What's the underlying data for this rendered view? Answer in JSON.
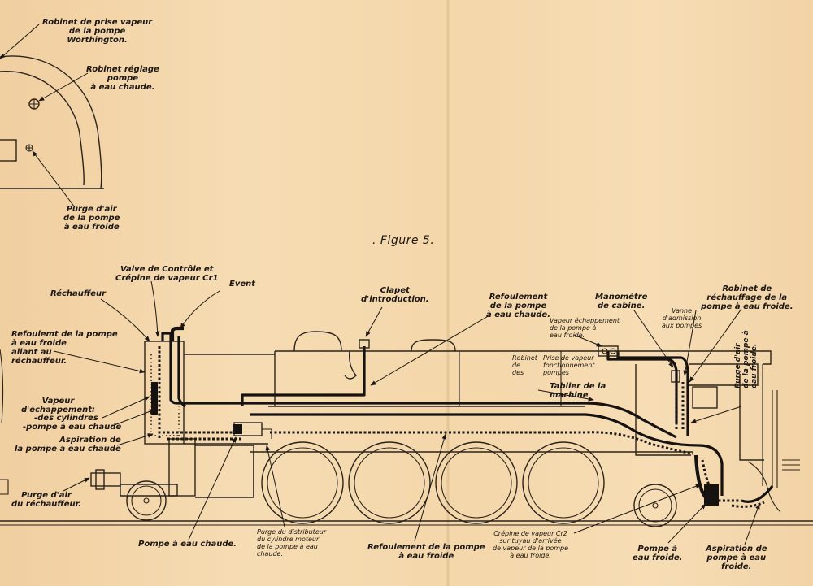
{
  "figure": {
    "title": ". Figure 5."
  },
  "labels": {
    "robinet_prise_vapeur": "Robinet de prise vapeur\nde la pompe\nWorthington.",
    "robinet_reglage": "Robinet réglage\npompe\nà eau chaude.",
    "purge_air_froide": "Purge d'air\nde la pompe\nà eau froide",
    "valve_controle": "Valve de Contrôle et\nCrépine de vapeur Cr1",
    "event": "Event",
    "rechauffeur": "Réchauffeur",
    "clapet": "Clapet\nd'introduction.",
    "refoulement_chaude": "Refoulement\nde la pompe\nà eau chaude.",
    "manometre": "Manomètre\nde cabine.",
    "robinet_rechauffage": "Robinet de\nréchauffage de la\npompe à eau froide.",
    "vanne_admission": "Vanne\nd'admission\naux pompes",
    "vapeur_echappement": "Vapeur échappement\nde la pompe à\neau froide.",
    "robinet_des": "Robinet\nde\ndes",
    "prise_vapeur": "Prise de vapeur\nfonctionnement\npompes",
    "tablier": "Tablier de la\nmachine",
    "refoulement_froide_rech": "Refoulemt de la pompe\nà eau froide\nallant au\nréchauffeur.",
    "vapeur_echap_title": "Vapeur\nd'échappement:",
    "vapeur_cyl": "-des cylindres",
    "vapeur_pompe": "-pompe à eau chaude",
    "aspiration_chaude": "Aspiration de\nla pompe à eau chaude",
    "purge_rechauffeur": "Purge d'air\ndu réchauffeur.",
    "purge_air_pompe_froide": "Purge d'air\nde la pompe à\neau froide.",
    "pompe_chaude": "Pompe à eau chaude.",
    "purge_distributeur": "Purge du distributeur\ndu cylindre moteur\nde la pompe à eau\nchaude.",
    "refoulement_froide": "Refoulement de la pompe\nà eau froide",
    "crepine_cr2": "Crépine de vapeur Cr2\nsur tuyau d'arrivée\nde vapeur de la pompe\nà eau froide.",
    "pompe_froide": "Pompe à\neau froide.",
    "aspiration_froide": "Aspiration de\npompe à eau\nfroide."
  }
}
